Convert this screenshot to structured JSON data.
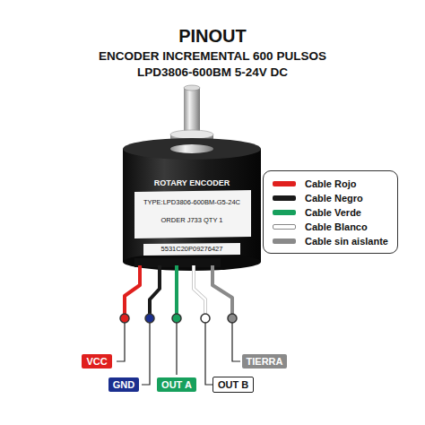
{
  "diagram": {
    "title": "PINOUT",
    "nodes": [
      {
        "text": [
          "VCC"
        ]
      },
      {
        "text": [
          "GND"
        ]
      },
      {
        "text": [
          "OUT A"
        ]
      },
      {
        "text": [
          "OUT B"
        ]
      },
      {
        "text": [
          "TIERRA"
        ]
      }
    ],
    "labels": [
      "ENCODER INCREMENTAL 600 PULSOS",
      "LPD3806-600BM 5-24V DC",
      "ROTARY ENCODER",
      "TYPE:LPD3806-600BM-G5-24C",
      "ORDER J733 QTY 1",
      "5531C20P09276427"
    ],
    "legend": [
      {
        "text": "Cable Rojo",
        "color": "#e0201e"
      },
      {
        "text": "Cable Negro",
        "color": "#1a1a1a"
      },
      {
        "text": "Cable Verde",
        "color": "#17a05d"
      },
      {
        "text": "Cable Blanco",
        "color": "#ffffff"
      },
      {
        "text": "Cable sin aislante",
        "color": "#8a8a8a"
      }
    ]
  }
}
